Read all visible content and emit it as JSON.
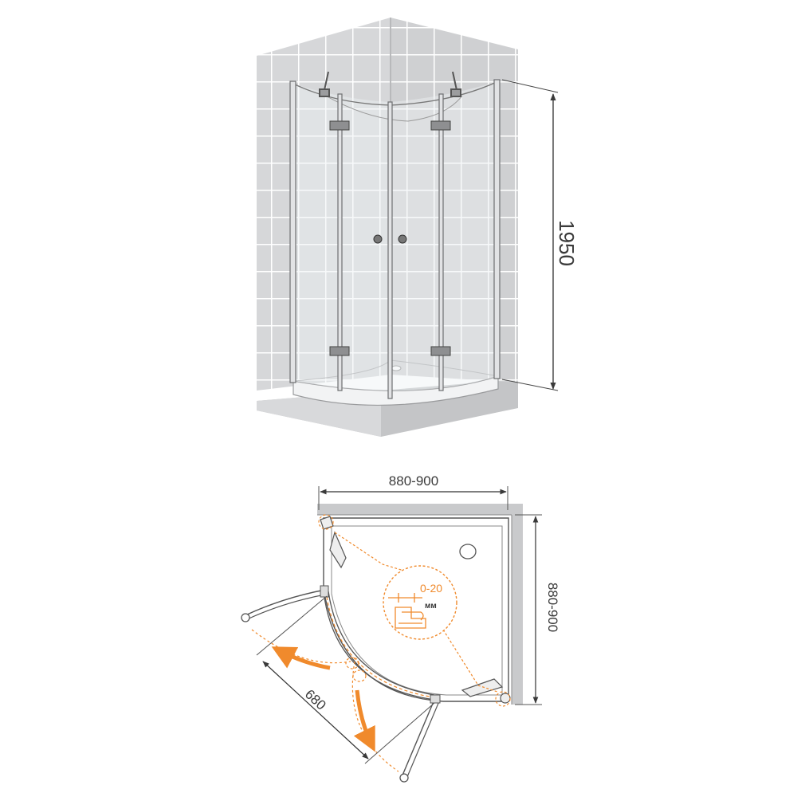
{
  "dimensions": {
    "height": "1950",
    "width": "880-900",
    "depth": "880-900",
    "door_diagonal": "680"
  },
  "detail": {
    "gap": "0-20",
    "unit": "мм"
  },
  "colors": {
    "accent": "#f08a2c",
    "line": "#4a4a4a",
    "tile": "#d2d3d5",
    "tile_grout": "#ffffff",
    "wall_shade": "#bfc0c2",
    "glass": "#e9ecee"
  }
}
